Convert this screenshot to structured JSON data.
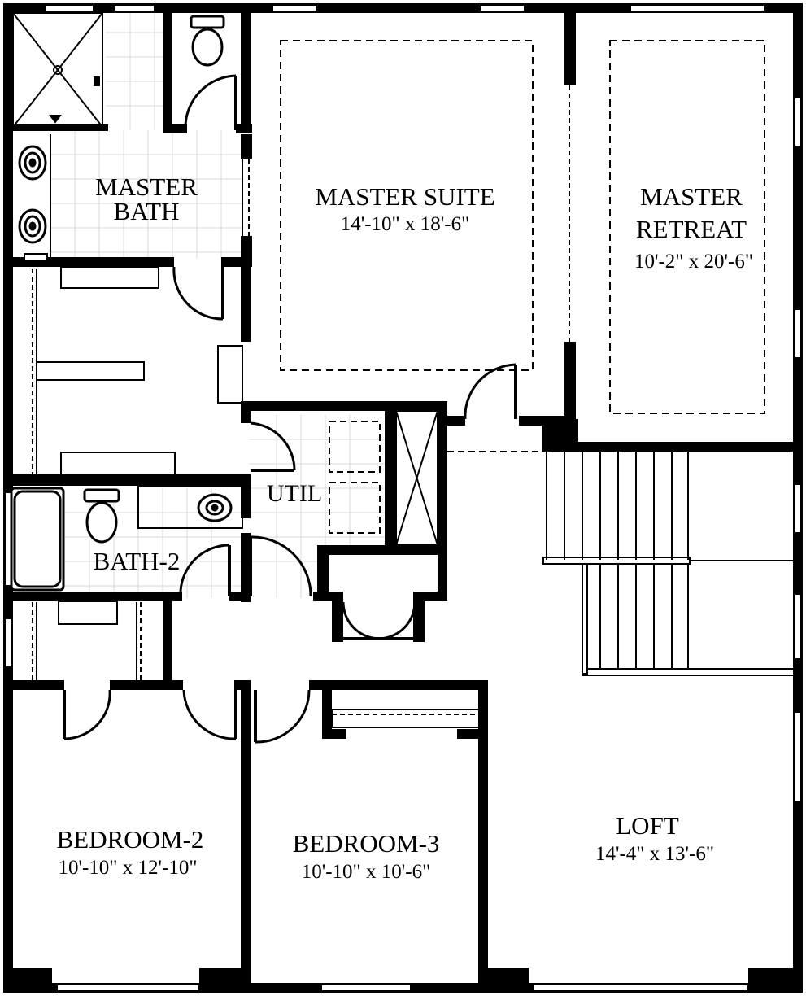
{
  "rooms": {
    "master_bath": {
      "line1": "MASTER",
      "line2": "BATH"
    },
    "master_suite": {
      "name": "MASTER SUITE",
      "dims": "14'-10\" x 18'-6\""
    },
    "master_retreat": {
      "line1": "MASTER",
      "line2": "RETREAT",
      "dims": "10'-2\" x 20'-6\""
    },
    "util": {
      "name": "UTIL"
    },
    "bath2": {
      "name": "BATH-2"
    },
    "bedroom2": {
      "name": "BEDROOM-2",
      "dims": "10'-10\" x 12'-10\""
    },
    "bedroom3": {
      "name": "BEDROOM-3",
      "dims": "10'-10\" x 10'-6\""
    },
    "loft": {
      "name": "LOFT",
      "dims": "14'-4\" x 13'-6\""
    }
  },
  "colors": {
    "wall": "#000000",
    "tile": "#d8d8d8",
    "background": "#ffffff"
  },
  "icons": [
    "shower-icon",
    "toilet-icon",
    "sink-icon",
    "bathtub-icon",
    "washer-icon",
    "dryer-icon",
    "water-heater-icon",
    "staircase-icon",
    "door-swing-icon"
  ]
}
